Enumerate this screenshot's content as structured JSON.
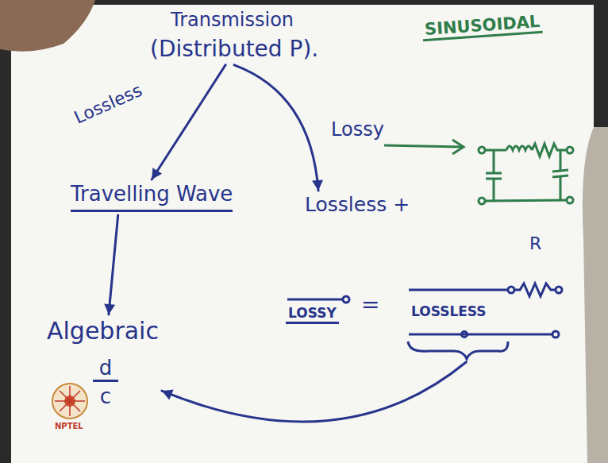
{
  "diagram": {
    "nodes": [
      {
        "text": [
          "Transmission",
          "(Distributed P)."
        ]
      },
      {
        "text": [
          "Travelling Wave"
        ]
      },
      {
        "text": [
          "Lossless +"
        ]
      },
      {
        "text": [
          "LOSSLESS"
        ]
      },
      {
        "text": [
          "Algebraic",
          "d",
          "c"
        ]
      }
    ],
    "edges": [
      {
        "from": 0,
        "to": 1,
        "label": "Lossless",
        "arrow": "to"
      },
      {
        "from": 0,
        "to": 2,
        "label": "Lossy",
        "arrow": "to"
      },
      {
        "from": 1,
        "to": 4,
        "arrow": "to"
      },
      {
        "from": 3,
        "to": 4,
        "arrow": "to"
      }
    ],
    "labels": [
      "SINUSOIDAL",
      "R",
      "LOSSY",
      "=",
      "NPTEL"
    ]
  }
}
